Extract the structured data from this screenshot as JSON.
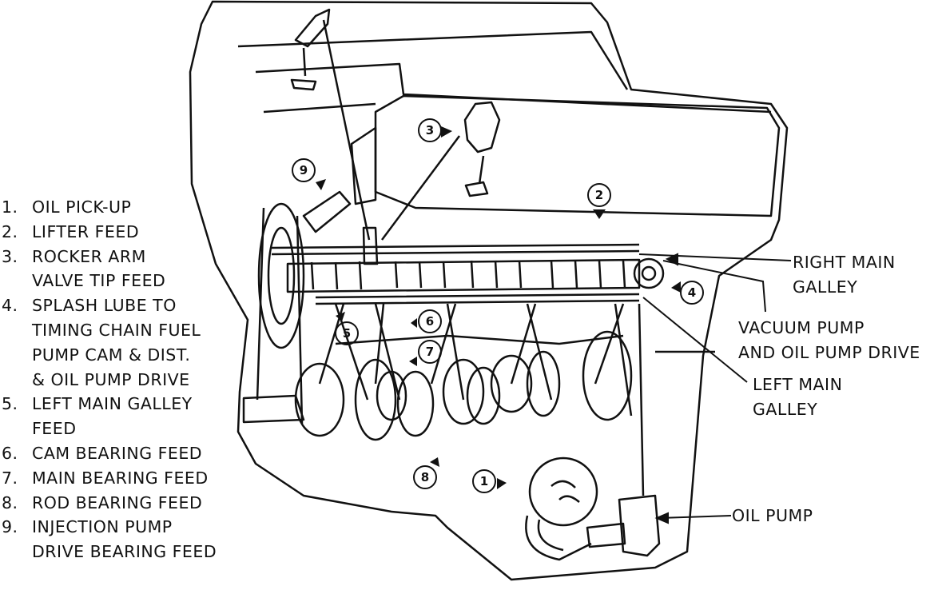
{
  "legend": {
    "items": [
      {
        "num": "1.",
        "lines": [
          "OIL PICK-UP"
        ]
      },
      {
        "num": "2.",
        "lines": [
          "LIFTER FEED"
        ]
      },
      {
        "num": "3.",
        "lines": [
          "ROCKER ARM",
          "VALVE TIP FEED"
        ]
      },
      {
        "num": "4.",
        "lines": [
          "SPLASH LUBE TO",
          "TIMING CHAIN FUEL",
          "PUMP CAM & DIST.",
          "& OIL PUMP DRIVE"
        ]
      },
      {
        "num": "5.",
        "lines": [
          "LEFT MAIN GALLEY",
          "FEED"
        ]
      },
      {
        "num": "6.",
        "lines": [
          "CAM BEARING FEED"
        ]
      },
      {
        "num": "7.",
        "lines": [
          "MAIN BEARING FEED"
        ]
      },
      {
        "num": "8.",
        "lines": [
          "ROD BEARING FEED"
        ]
      },
      {
        "num": "9.",
        "lines": [
          "INJECTION PUMP",
          "DRIVE BEARING FEED"
        ]
      }
    ]
  },
  "callouts": {
    "right_main_galley": [
      "RIGHT MAIN",
      "GALLEY"
    ],
    "vacuum_pump": [
      "VACUUM PUMP",
      "AND OIL PUMP DRIVE"
    ],
    "left_main_galley": [
      "LEFT MAIN",
      "GALLEY"
    ],
    "oil_pump": [
      "OIL PUMP"
    ]
  },
  "badges": [
    "1",
    "2",
    "3",
    "4",
    "5",
    "6",
    "7",
    "8",
    "9"
  ]
}
